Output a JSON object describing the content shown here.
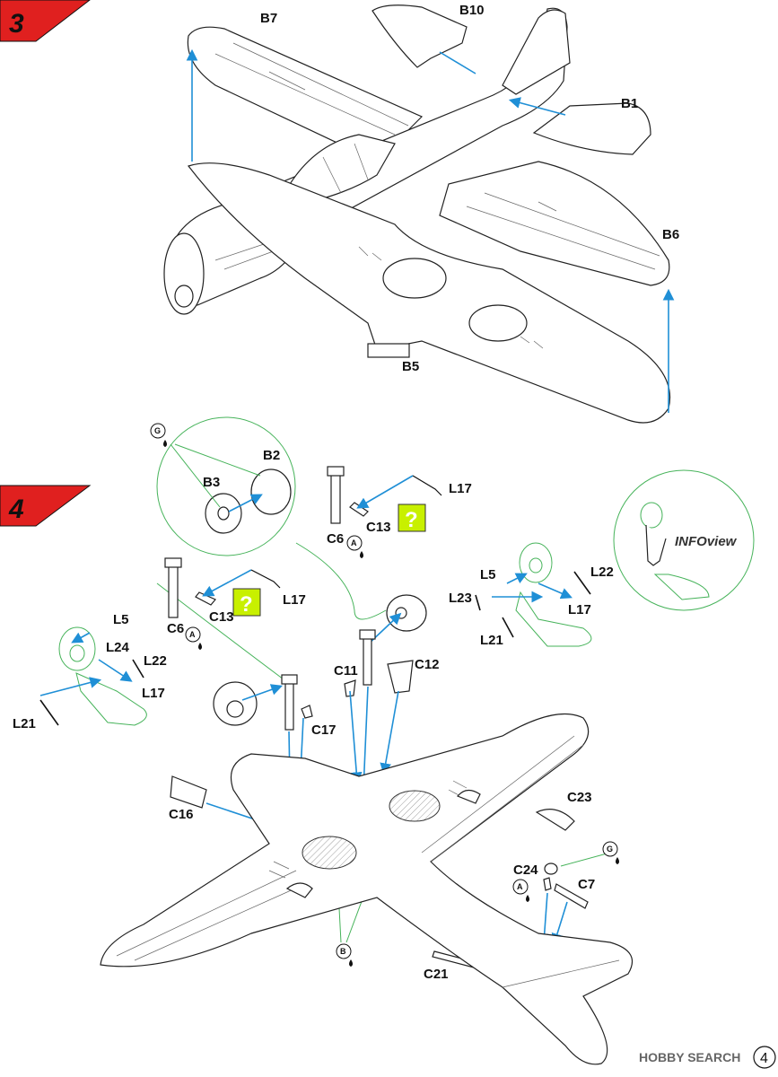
{
  "steps": [
    {
      "number": "3"
    },
    {
      "number": "4"
    }
  ],
  "step3_labels": [
    "B7",
    "B10",
    "B1",
    "B6",
    "B5"
  ],
  "step4_labels": {
    "top": [
      "B2",
      "B3",
      "L17",
      "C13",
      "C6"
    ],
    "left": [
      "L17",
      "C13",
      "C6",
      "L5",
      "L24",
      "L22",
      "L17",
      "L21"
    ],
    "right": [
      "L5",
      "L22",
      "L23",
      "L17",
      "L21"
    ],
    "center": [
      "C11",
      "C12",
      "C17",
      "C16",
      "C23",
      "C24",
      "C7",
      "C21"
    ]
  },
  "paint_callouts": [
    "G",
    "A",
    "A",
    "A",
    "G",
    "B"
  ],
  "info_label": "INFOview",
  "optional_marker": "?",
  "watermark": "HOBBY SEARCH",
  "page_number": "4",
  "colors": {
    "step_badge": "#e0201f",
    "arrow": "#1f8fd6",
    "callout_line": "#46b35a",
    "optional_badge": "#c8f000"
  }
}
